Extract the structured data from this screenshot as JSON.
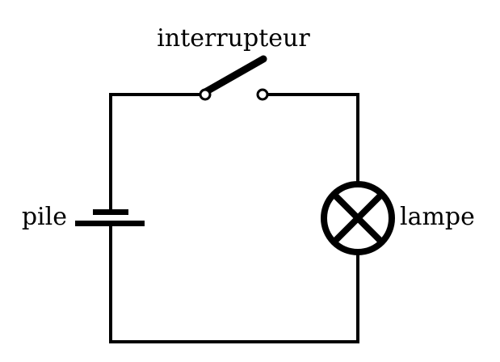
{
  "diagram": {
    "switch_label": "interrupteur",
    "battery_label": "pile",
    "lamp_label": "lampe"
  },
  "colors": {
    "stroke": "#000000",
    "background": "#ffffff"
  }
}
